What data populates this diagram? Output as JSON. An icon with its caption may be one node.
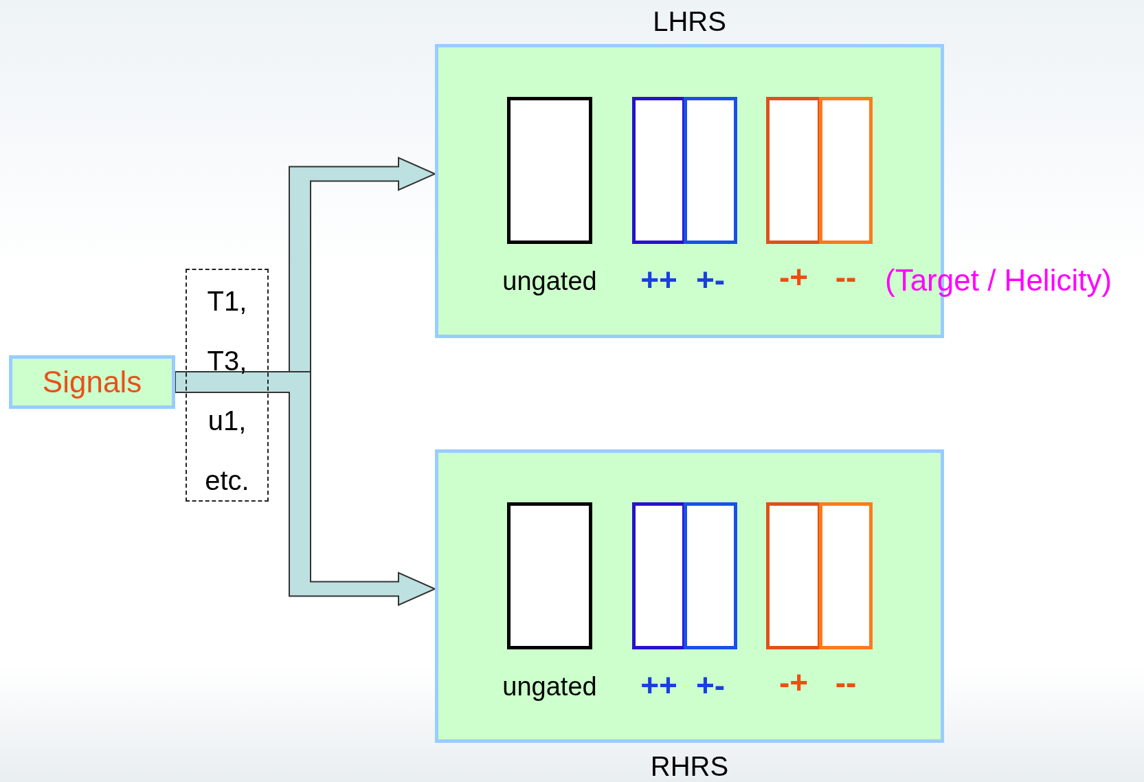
{
  "diagram": {
    "nodes": [
      {
        "text": [
          "Signals"
        ]
      },
      {
        "text": [
          "T1, T3, u1, etc."
        ]
      },
      {
        "text": [
          "LHRS"
        ]
      },
      {
        "text": [],
        "shape": "box",
        "in": 2,
        "beside": [
          "ungated"
        ]
      },
      {
        "text": [],
        "shape": "box",
        "in": 2,
        "beside": [
          "++"
        ]
      },
      {
        "text": [],
        "shape": "box",
        "in": 2,
        "beside": [
          "+-"
        ]
      },
      {
        "text": [],
        "shape": "box",
        "in": 2,
        "beside": [
          "-+"
        ]
      },
      {
        "text": [],
        "shape": "box",
        "in": 2,
        "beside": [
          "--"
        ]
      },
      {
        "text": [
          "RHRS"
        ]
      },
      {
        "text": [],
        "shape": "box",
        "in": 8,
        "beside": [
          "ungated"
        ]
      },
      {
        "text": [],
        "shape": "box",
        "in": 8,
        "beside": [
          "++"
        ]
      },
      {
        "text": [],
        "shape": "box",
        "in": 8,
        "beside": [
          "+-"
        ]
      },
      {
        "text": [],
        "shape": "box",
        "in": 8,
        "beside": [
          "-+"
        ]
      },
      {
        "text": [],
        "shape": "box",
        "in": 8,
        "beside": [
          "--"
        ]
      }
    ],
    "edges": [
      {
        "from": 0,
        "to": 2,
        "arrow": "to"
      },
      {
        "from": 0,
        "to": 8,
        "arrow": "to"
      }
    ],
    "labels": [
      "(Target / Helicity)"
    ]
  }
}
